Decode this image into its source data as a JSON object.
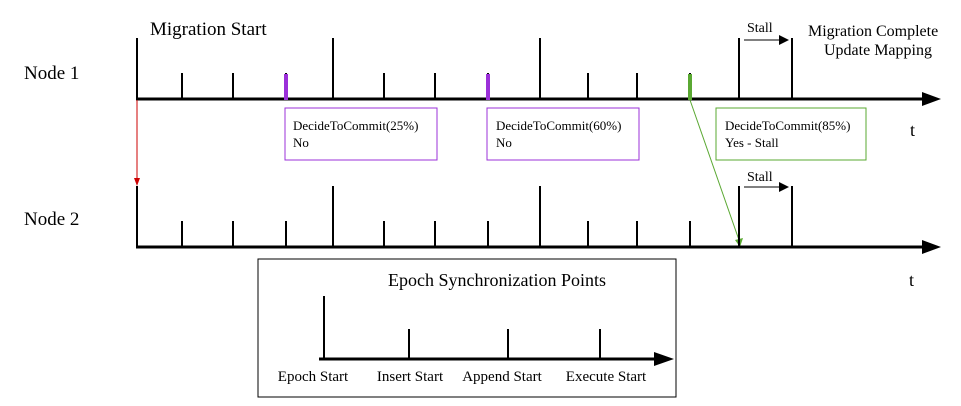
{
  "labels": {
    "migration_start": "Migration Start",
    "migration_complete": "Migration Complete",
    "update_mapping": "Update Mapping",
    "node1": "Node 1",
    "node2": "Node 2",
    "t_axis": "t",
    "stall_node1": "Stall",
    "stall_node2": "Stall"
  },
  "decisions": [
    {
      "title": "DecideToCommit(25%)",
      "result": "No",
      "color": "#9b30d9"
    },
    {
      "title": "DecideToCommit(60%)",
      "result": "No",
      "color": "#9b30d9"
    },
    {
      "title": "DecideToCommit(85%)",
      "result": "Yes - Stall",
      "color": "#5aa832"
    }
  ],
  "legend": {
    "title": "Epoch Synchronization Points",
    "points": [
      "Epoch Start",
      "Insert Start",
      "Append Start",
      "Execute Start"
    ]
  },
  "colors": {
    "migration_arrow": "#cc0000",
    "commit_arrow": "#5aa832",
    "decision_no": "#9b30d9",
    "decision_yes": "#5aa832"
  }
}
